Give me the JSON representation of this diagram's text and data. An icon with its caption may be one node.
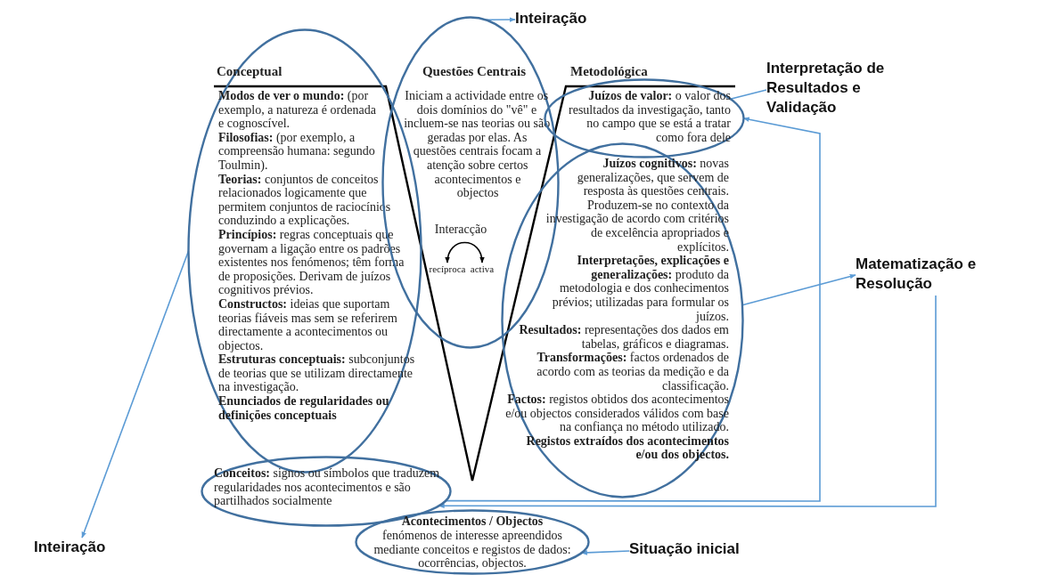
{
  "diagram": {
    "nodes": [
      {
        "text": [
          "Inteiração"
        ]
      },
      {
        "text": [
          "Conceptual",
          "**Modos de ver o mundo:** (por exemplo, a natureza é ordenada e cognoscível.",
          "**Filosofias:** (por exemplo, a compreensão humana: segundo Toulmin).",
          "**Teorias:** conjuntos de conceitos relacionados logicamente que permitem conjuntos de raciocínios conduzindo a explicações.",
          "**Princípios:** regras conceptuais que governam a ligação entre os padrões existentes nos fenómenos; têm forma de proposições. Derivam de juízos cognitivos prévios.",
          "**Constructos:** ideias que suportam teorias fiáveis mas sem se referirem directamente a acontecimentos ou objectos.",
          "**Estruturas conceptuais:** subconjuntos de teorias que se utilizam directamente na investigação.",
          "**Enunciados de regularidades ou definições conceptuais**"
        ]
      },
      {
        "text": [
          "Questões Centrais",
          "Iniciam a actividade entre os dois domínios do \"vê\" e incluem-se nas teorias ou são geradas por elas. As questões centrais focam a atenção sobre certos acontecimentos e objectos",
          "Interacção"
        ]
      },
      {
        "text": [
          "recíproca"
        ],
        "in": 2
      },
      {
        "text": [
          "activa"
        ],
        "in": 2
      },
      {
        "text": [
          "**Juízos de valor:** o valor dos resultados da investigação, tanto no campo que se está a tratar como fora dele"
        ]
      },
      {
        "text": [
          "Interpretação de Resultados e Validação"
        ]
      },
      {
        "text": [
          "**Juízos cognitivos:** novas generalizações, que servem de resposta às questões centrais. Produzem-se no contexto da investigação de acordo com critérios de excelência apropriados e explícitos.",
          "**Interpretações, explicações e generalizações:** produto da metodologia e dos conhecimentos prévios; utilizadas para formular os juízos.",
          "**Resultados:** representações dos dados em tabelas, gráficos e diagramas.",
          "**Transformações:** factos ordenados de acordo com as teorias da medição e da classificação.",
          "**Factos:** registos obtidos dos acontecimentos e/ou objectos considerados válidos com base na confiança no método utilizado.",
          "**Registos extraídos dos acontecimentos e/ou dos objectos.**"
        ]
      },
      {
        "text": [
          "Matematização e Resolução"
        ]
      },
      {
        "text": [
          "**Conceitos:** signos ou símbolos que traduzem regularidades nos acontecimentos e são partilhados socialmente"
        ]
      },
      {
        "text": [
          "Acontecimentos / Objectos",
          "fenómenos de interesse apreendidos mediante conceitos e registos de dados: ocorrências, objectos."
        ]
      },
      {
        "text": [
          "Inteiração"
        ]
      },
      {
        "text": [
          "Situação inicial"
        ]
      }
    ],
    "edges": [
      {
        "from": 2,
        "to": 0,
        "arrow": "to"
      },
      {
        "from": 5,
        "to": 6,
        "arrow": "none"
      },
      {
        "from": 7,
        "to": 8,
        "arrow": "to"
      },
      {
        "from": 8,
        "to": 9,
        "arrow": "to"
      },
      {
        "from": 9,
        "to": 5,
        "arrow": "to"
      },
      {
        "from": 1,
        "to": 11,
        "arrow": "to"
      },
      {
        "from": 12,
        "to": 10,
        "arrow": "to"
      },
      {
        "from": 3,
        "to": 4,
        "arrow": "both",
        "color": "#000000"
      }
    ],
    "labels": [
      "Metodológica"
    ]
  }
}
